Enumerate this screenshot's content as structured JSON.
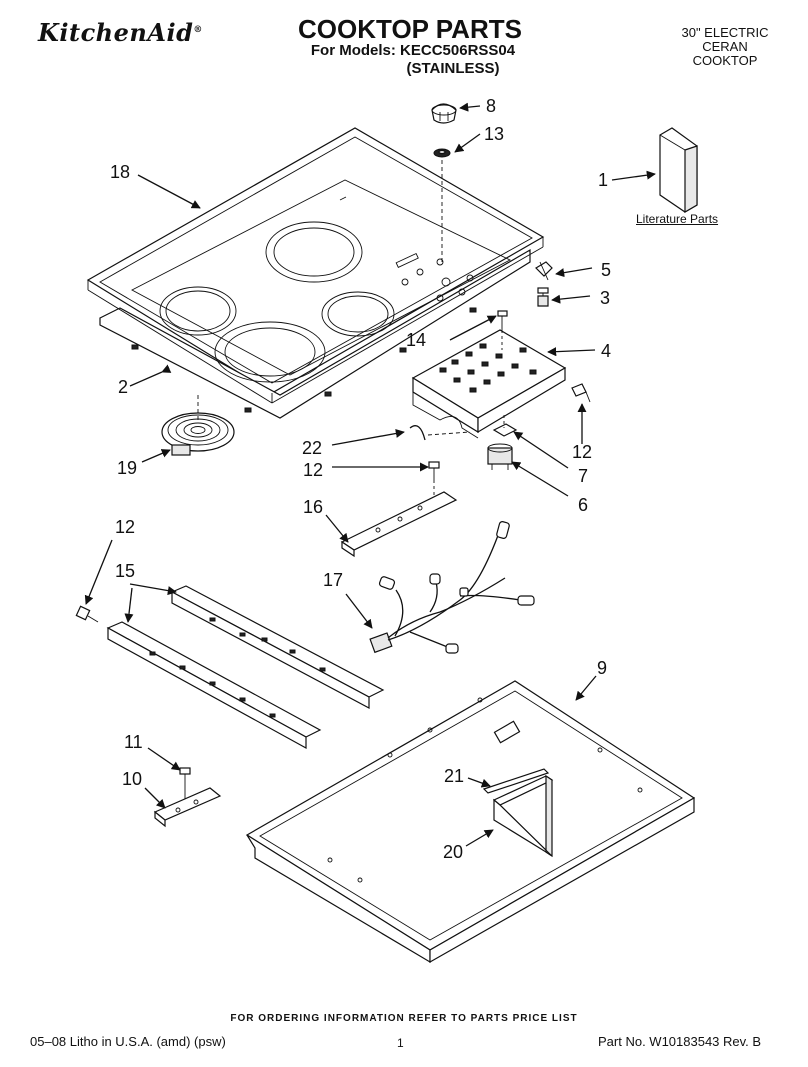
{
  "header": {
    "brand": "KitchenAid",
    "brand_mark": "®",
    "title": "COOKTOP PARTS",
    "models_line": "For Models: KECC506RSS04",
    "finish_line": "(STAINLESS)",
    "desc_line1": "30\" ELECTRIC",
    "desc_line2": "CERAN",
    "desc_line3": "COOKTOP"
  },
  "literature_label": "Literature Parts",
  "callouts": [
    "1",
    "2",
    "3",
    "4",
    "5",
    "6",
    "7",
    "8",
    "9",
    "10",
    "11",
    "12",
    "13",
    "14",
    "15",
    "16",
    "17",
    "18",
    "19",
    "20",
    "21",
    "22"
  ],
  "callout_12": "12",
  "footer": {
    "ordering_note": "FOR ORDERING INFORMATION REFER TO PARTS PRICE LIST",
    "litho": "05–08 Litho in U.S.A. (amd) (psw)",
    "page": "1",
    "part_no": "Part No. W10183543 Rev. B"
  }
}
